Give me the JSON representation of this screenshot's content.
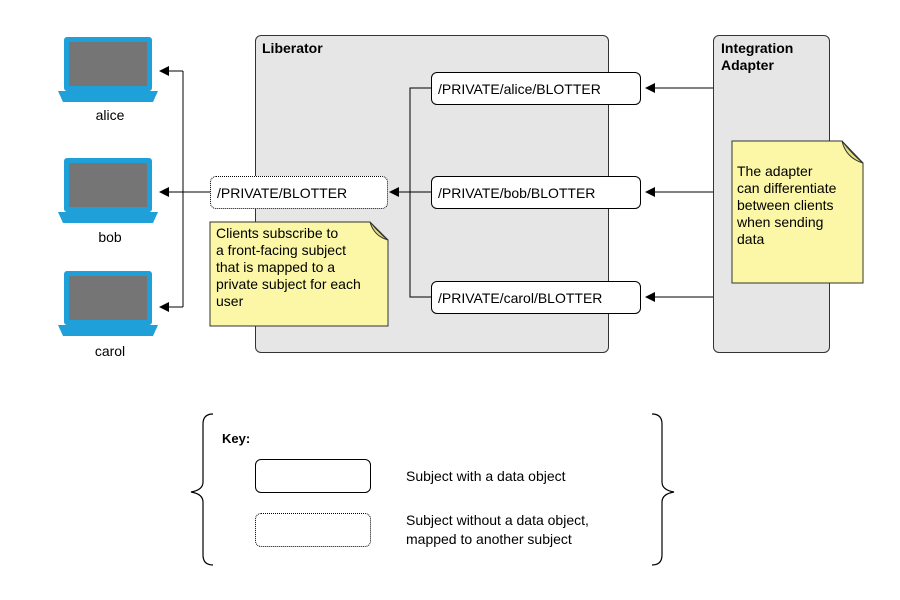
{
  "clients": [
    {
      "name": "alice"
    },
    {
      "name": "bob"
    },
    {
      "name": "carol"
    }
  ],
  "liberator": {
    "title": "Liberator",
    "front_subject": "/PRIVATE/BLOTTER",
    "private_subjects": [
      "/PRIVATE/alice/BLOTTER",
      "/PRIVATE/bob/BLOTTER",
      "/PRIVATE/carol/BLOTTER"
    ],
    "note_lines": [
      "Clients subscribe to",
      "a front-facing subject",
      "that is mapped to a",
      "private subject for each",
      "user"
    ]
  },
  "adapter": {
    "title_lines": [
      "Integration",
      "Adapter"
    ],
    "note_lines": [
      "The adapter",
      "can differentiate",
      "between clients",
      "when sending",
      "data"
    ]
  },
  "key": {
    "title": "Key:",
    "with_data": "Subject with a data object",
    "without_data_lines": [
      "Subject without a data object,",
      "mapped to another subject"
    ]
  },
  "colors": {
    "laptop": "#1fa0d8",
    "screen": "#757575",
    "note": "#fbf7a6",
    "panel": "#e6e6e6"
  }
}
